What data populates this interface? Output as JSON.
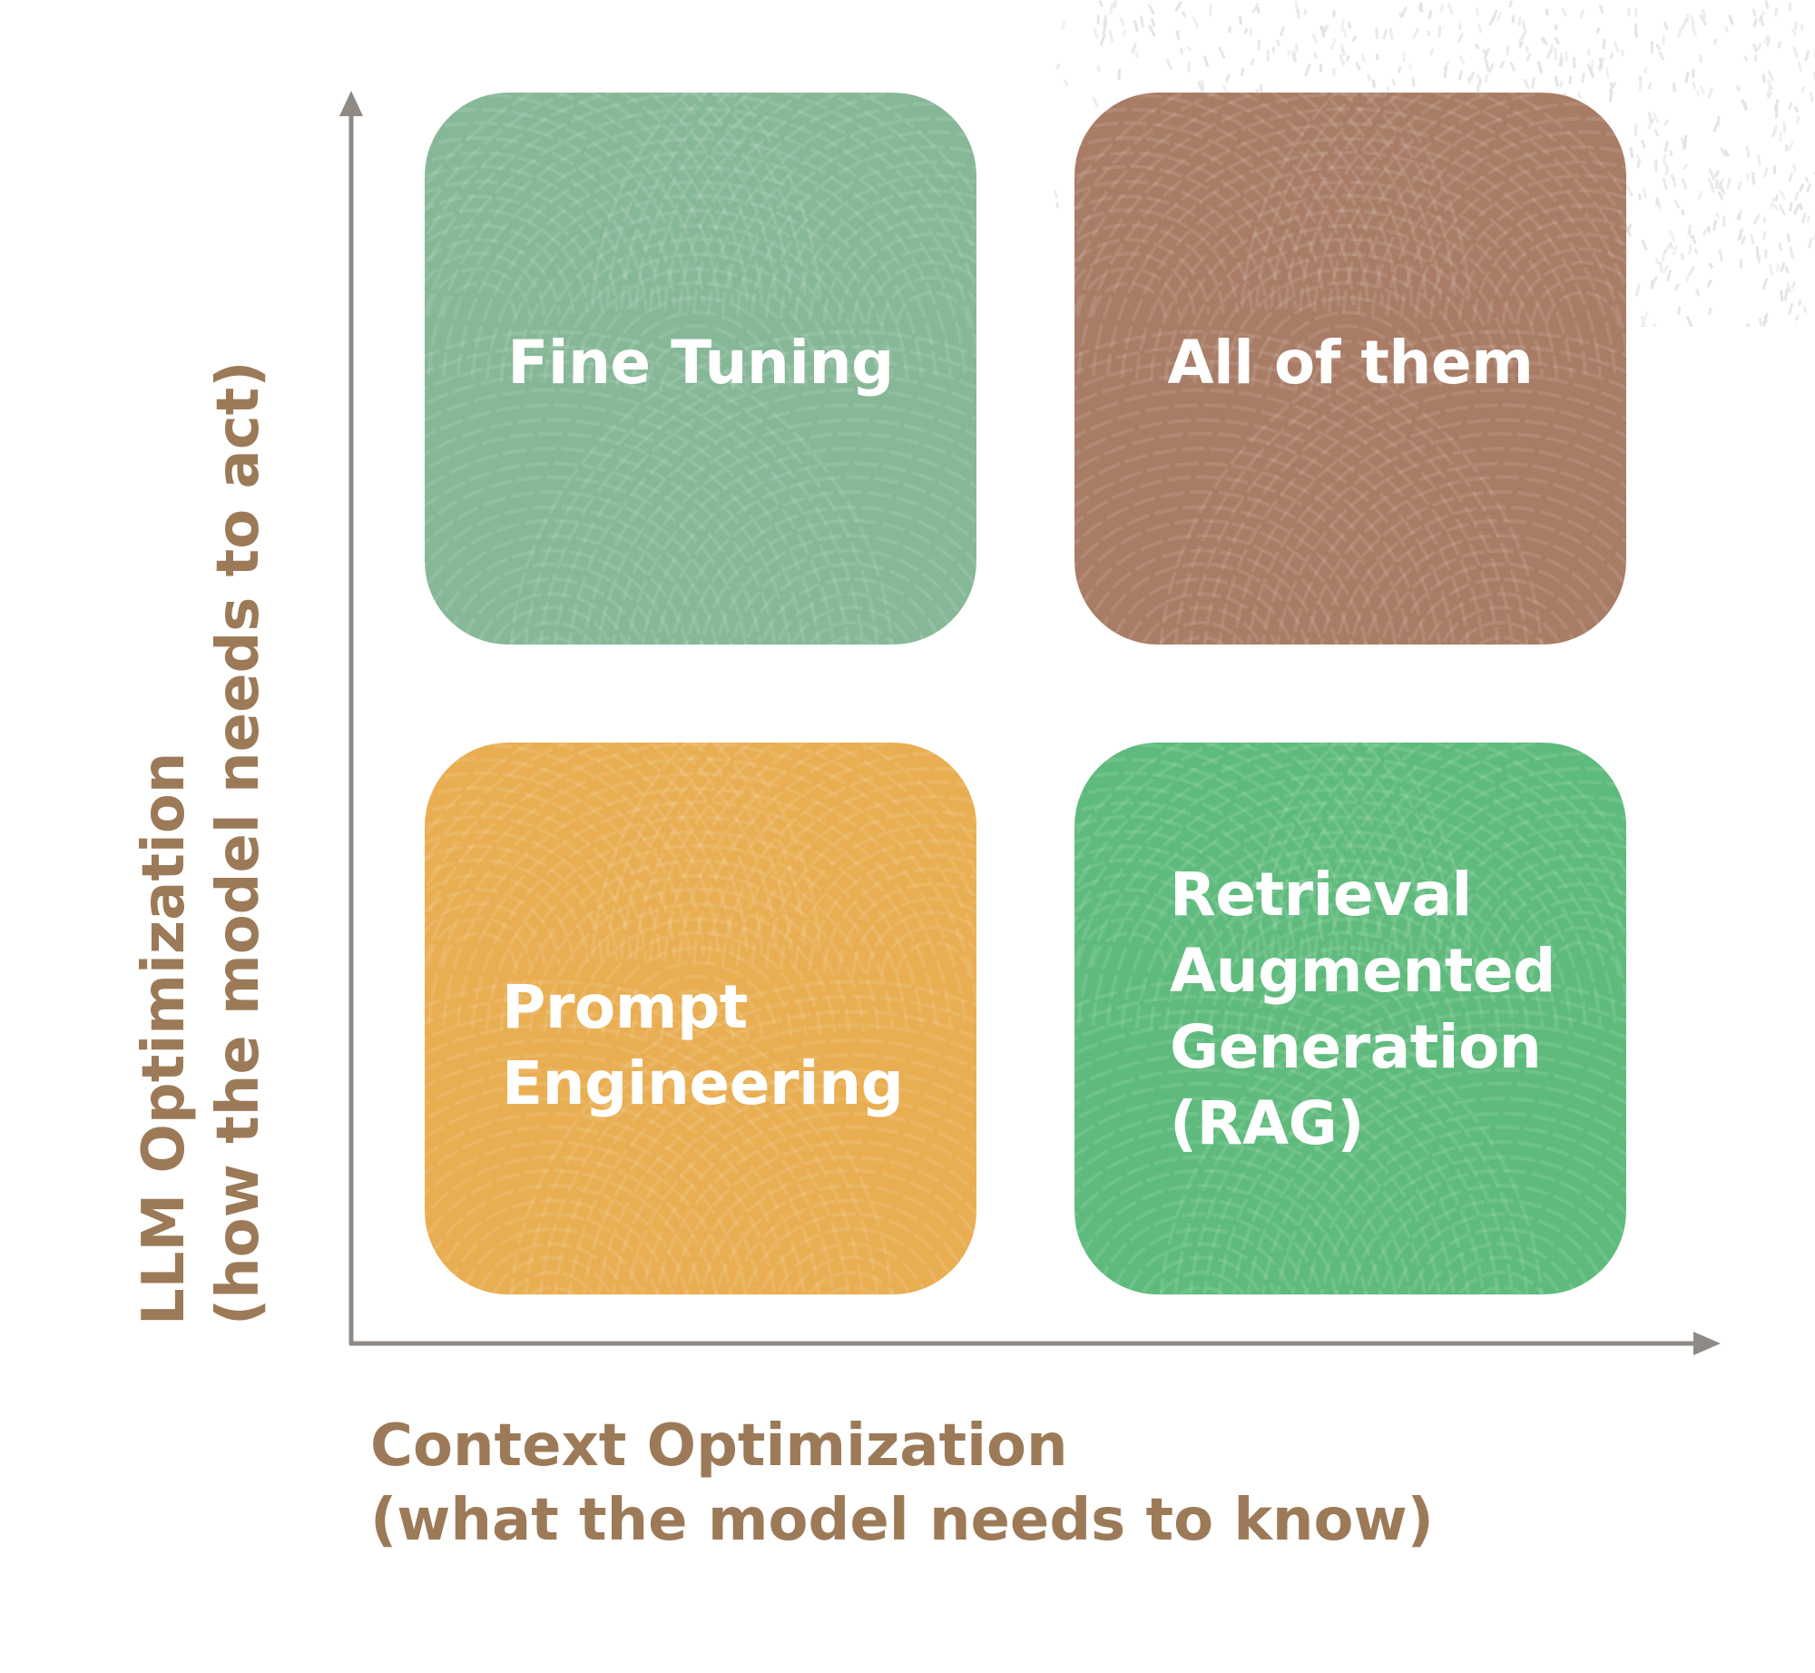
{
  "quadrants": {
    "top_left": {
      "label": "Fine Tuning",
      "color": "#86b897"
    },
    "top_right": {
      "label": "All of them",
      "color": "#a97c66"
    },
    "bottom_left": {
      "label": "Prompt\nEngineering",
      "color": "#e9ae52"
    },
    "bottom_right": {
      "label": "Retrieval\nAugmented\nGeneration\n(RAG)",
      "color": "#5fbb7d"
    }
  },
  "axes": {
    "y_label_line1": "LLM Optimization",
    "y_label_line2": "(how the model needs to act)",
    "x_label_line1": "Context Optimization",
    "x_label_line2": "(what the model needs to know)",
    "axis_color": "#8f8a85",
    "label_color": "#9c7a58"
  }
}
